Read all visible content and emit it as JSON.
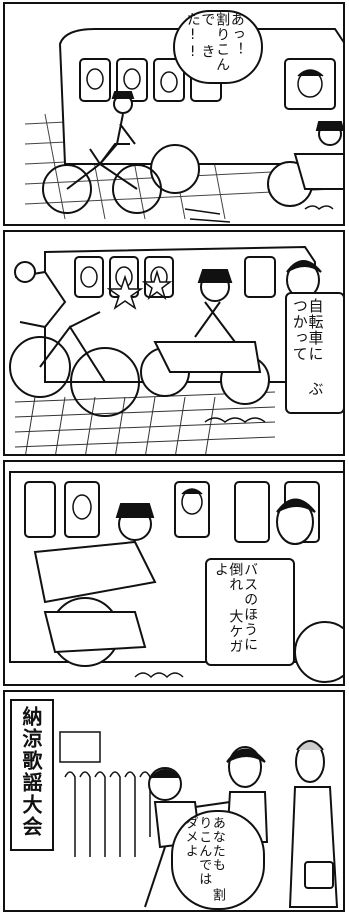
{
  "panels": [
    {
      "speech": [
        "あっ！",
        "割りこんで",
        "きた!!"
      ]
    },
    {
      "narration": [
        "自転車に",
        "ぶつかって"
      ]
    },
    {
      "narration": [
        "バスのほうに",
        "倒れ",
        "大ケガよ"
      ]
    },
    {
      "sign": "納涼歌謡大会",
      "speech": [
        "あなたも",
        "割りこんでは",
        "ダメよ"
      ]
    }
  ]
}
